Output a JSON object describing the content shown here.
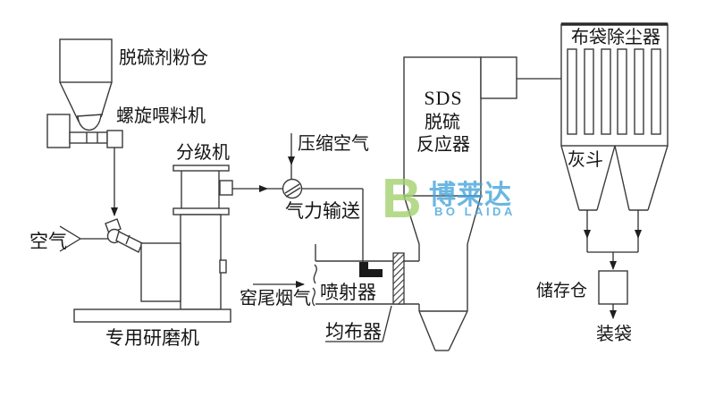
{
  "diagram": {
    "title_hint": "SDS flue-gas desulfurization process flow",
    "labels": {
      "silo": "脱硫剂粉仓",
      "screw_feeder": "螺旋喂料机",
      "classifier": "分级机",
      "compressed_air": "压缩空气",
      "pneumatic_conveying": "气力输送",
      "air": "空气",
      "mill": "专用研磨机",
      "flue_gas": "窑尾烟气",
      "ejector": "喷射器",
      "distributor": "均布器",
      "reactor_line1": "SDS",
      "reactor_line2": "脱硫",
      "reactor_line3": "反应器",
      "bag_filter": "布袋除尘器",
      "ash_hopper": "灰斗",
      "storage_bin": "储存仓",
      "bagging": "装袋"
    },
    "watermark": {
      "logo_letter": "B",
      "name_cn": "博莱达",
      "name_en": "BO LAIDA",
      "logo_color": "#a4d170",
      "text_color": "#45a4da"
    },
    "colors": {
      "line": "#3a3a3a",
      "ejector_fill": "#1a1a1a",
      "background": "#ffffff"
    }
  }
}
